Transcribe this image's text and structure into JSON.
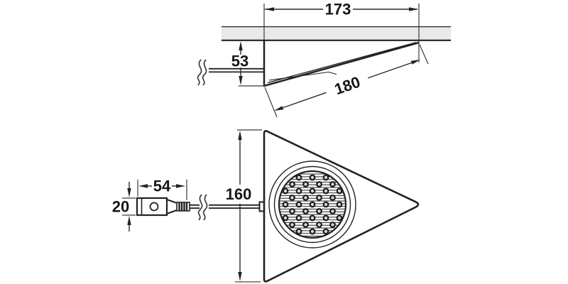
{
  "drawing": {
    "colors": {
      "line": "#222222",
      "panel_fill": "#e9e9e9",
      "background": "#ffffff"
    },
    "side_view": {
      "dim_top_width": "173",
      "dim_left_height": "53",
      "dim_slope_length": "180"
    },
    "underside_view": {
      "dim_body_height": "160",
      "dim_plug_length": "54",
      "dim_plug_height": "20"
    }
  }
}
